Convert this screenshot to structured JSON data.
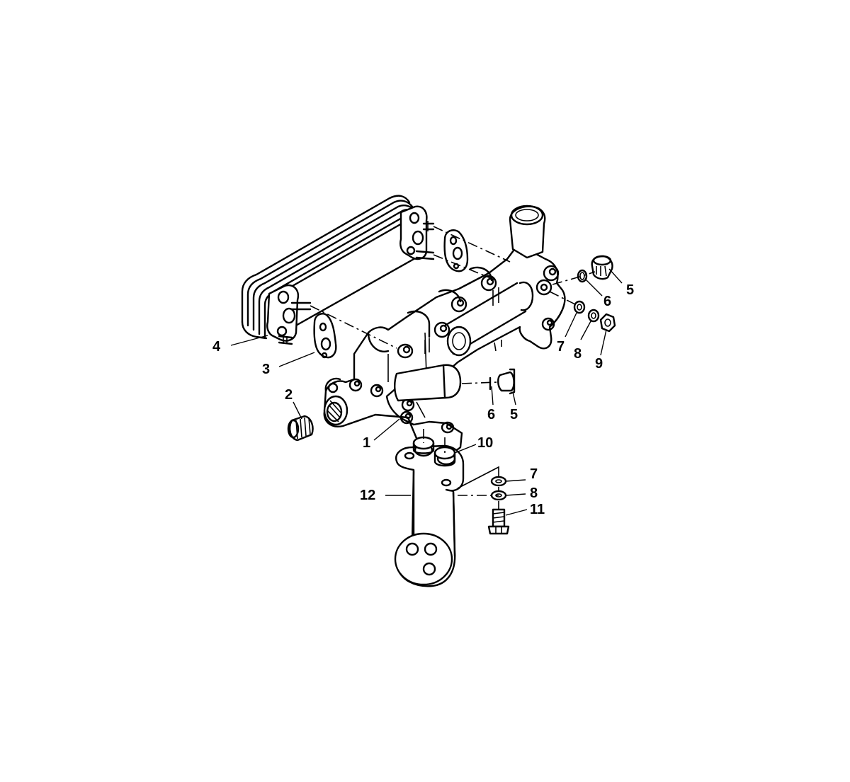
{
  "callouts": [
    {
      "id": "c4",
      "label": "4"
    },
    {
      "id": "c3",
      "label": "3"
    },
    {
      "id": "c2",
      "label": "2"
    },
    {
      "id": "c1",
      "label": "1"
    },
    {
      "id": "c5a",
      "label": "5"
    },
    {
      "id": "c6a",
      "label": "6"
    },
    {
      "id": "c7a",
      "label": "7"
    },
    {
      "id": "c8a",
      "label": "8"
    },
    {
      "id": "c9",
      "label": "9"
    },
    {
      "id": "c6b",
      "label": "6"
    },
    {
      "id": "c5b",
      "label": "5"
    },
    {
      "id": "c10",
      "label": "10"
    },
    {
      "id": "c7b",
      "label": "7"
    },
    {
      "id": "c8b",
      "label": "8"
    },
    {
      "id": "c11",
      "label": "11"
    },
    {
      "id": "c12",
      "label": "12"
    }
  ]
}
